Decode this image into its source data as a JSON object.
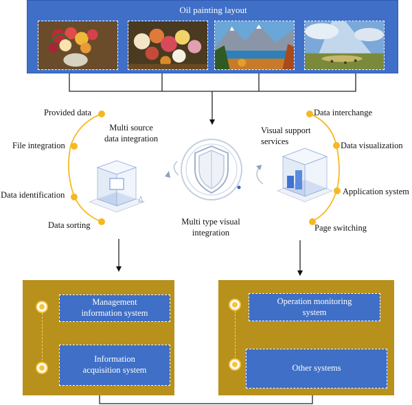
{
  "banner": {
    "title": "Oil painting layout",
    "color": "#3f6fc6"
  },
  "left_cluster": {
    "items": [
      "Provided data",
      "File integration",
      "Data identification",
      "Data sorting"
    ],
    "center_label": "Multi source\ndata integration"
  },
  "center": {
    "label": "Multi type visual\nintegration",
    "icon": "shield-icon"
  },
  "right_cluster": {
    "items": [
      "Data interchange",
      "Data visualization",
      "Application system",
      "Page switching"
    ],
    "center_label": "Visual support\nservices"
  },
  "panels": {
    "left": [
      "Management\ninformation system",
      "Information\nacquisition system"
    ],
    "right": [
      "Operation monitoring\nsystem",
      "Other systems"
    ],
    "color": "#b8901c"
  },
  "colors": {
    "accent_yellow": "#f6b820",
    "box_blue": "#3f6fc6"
  }
}
